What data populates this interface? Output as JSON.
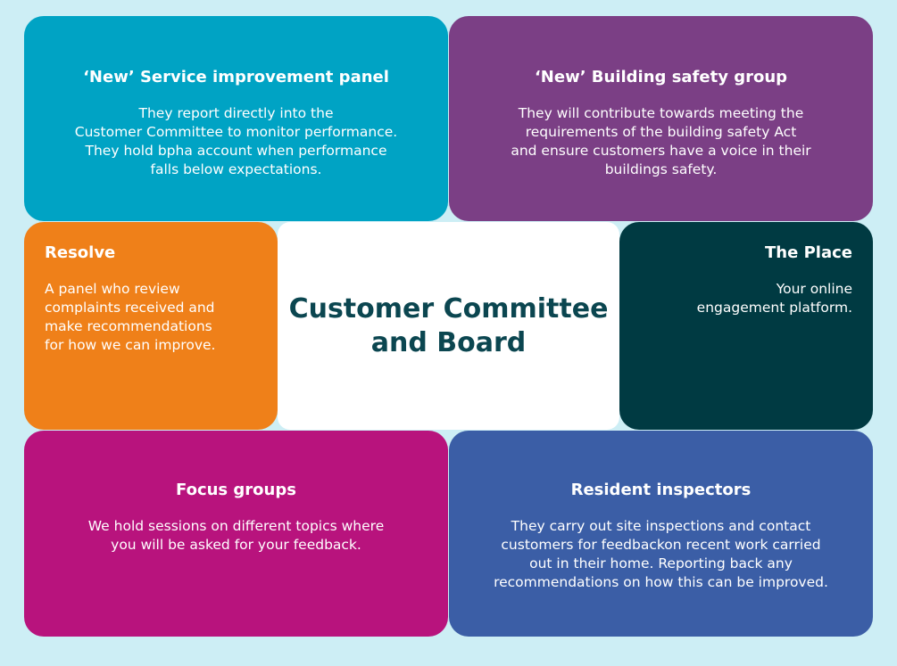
{
  "colors": {
    "background": "#cdeef5",
    "service_panel": "#00a3c4",
    "building_panel": "#7b3f85",
    "resolve_panel": "#ef8019",
    "center_panel": "#ffffff",
    "center_text": "#0b4650",
    "place_panel": "#003a42",
    "focus_panel": "#b8137d",
    "inspectors_panel": "#3b5ea6"
  },
  "center": {
    "title": "Customer Committee\nand Board"
  },
  "panels": {
    "service": {
      "title": "‘New’ Service improvement panel",
      "text": "They report directly into the\nCustomer Committee to monitor performance.\nThey hold bpha account when performance\nfalls below expectations."
    },
    "building": {
      "title": "‘New’ Building safety group",
      "text": "They will contribute towards meeting the\nrequirements of the building safety Act\nand ensure customers have a voice in their\nbuildings safety."
    },
    "resolve": {
      "title": "Resolve",
      "text": "A panel who review\ncomplaints received and\nmake recommendations\nfor how we can improve."
    },
    "place": {
      "title": "The Place",
      "text": "Your online\nengagement platform."
    },
    "focus": {
      "title": "Focus groups",
      "text": "We hold sessions on different topics where\nyou will be asked for your feedback."
    },
    "inspectors": {
      "title": "Resident inspectors",
      "text": "They carry out site inspections and contact\ncustomers for feedbackon recent work carried\nout in their home. Reporting back any\nrecommendations on how this can be improved."
    }
  }
}
